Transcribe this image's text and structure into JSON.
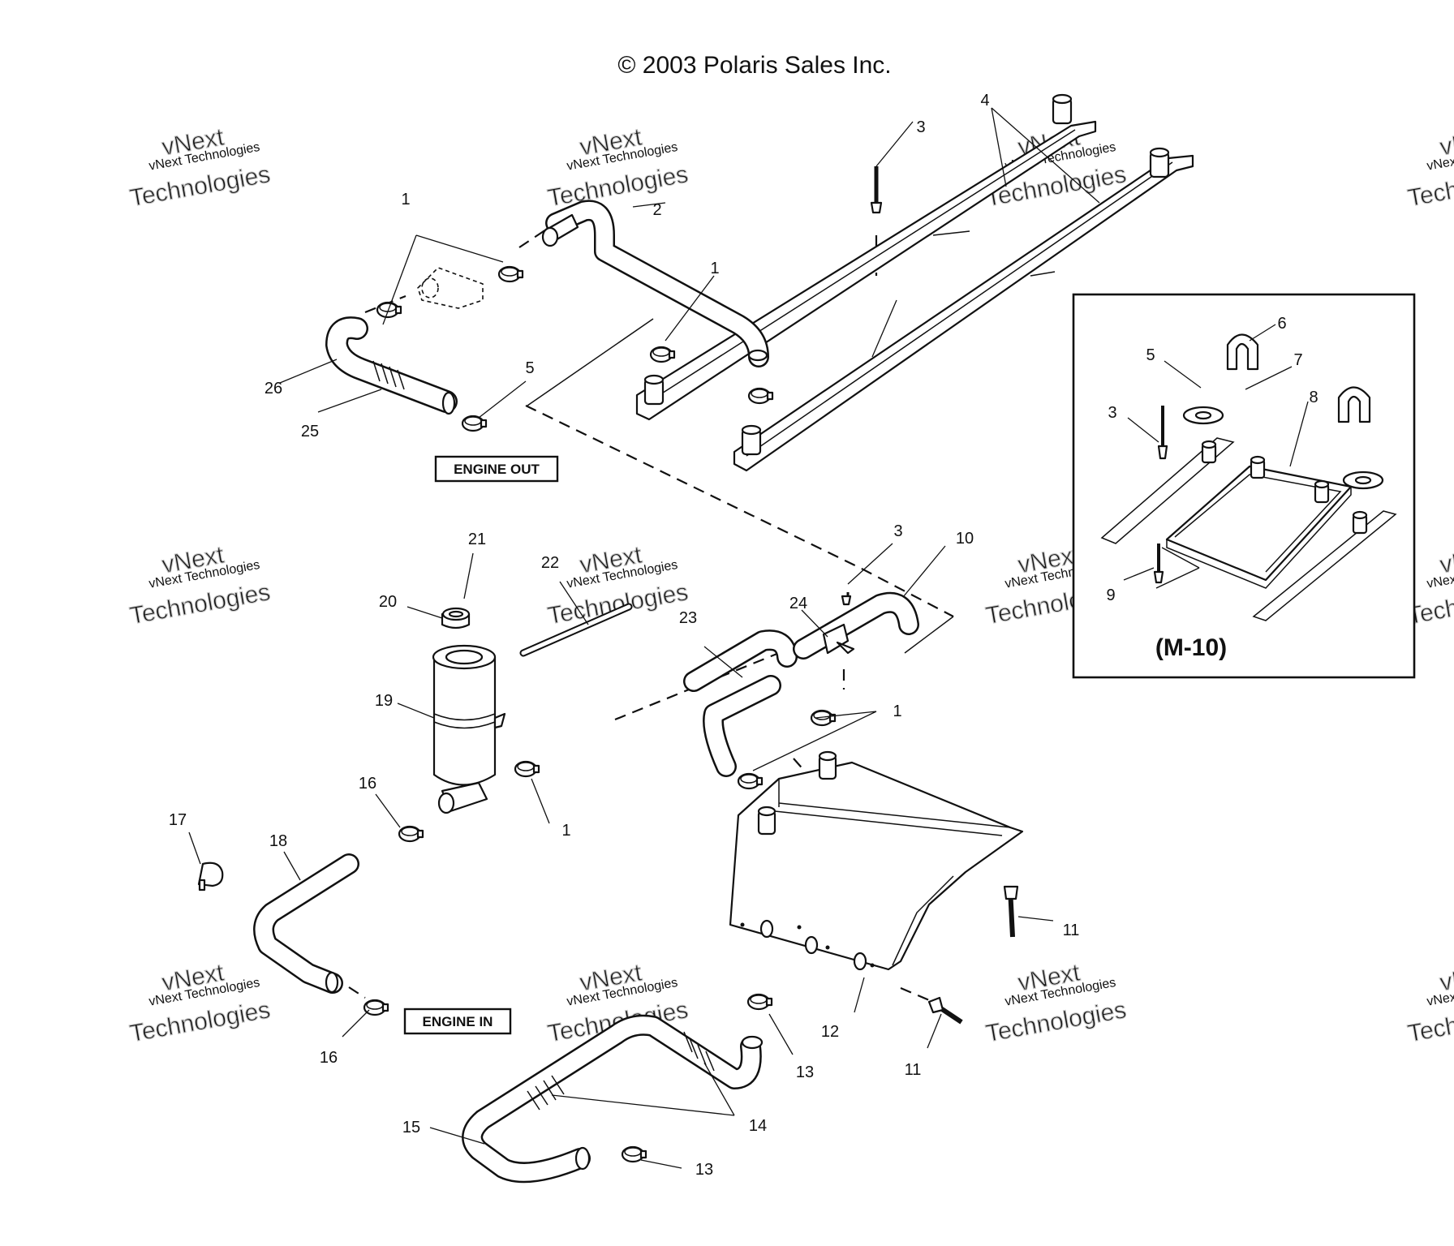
{
  "copyright": "© 2003 Polaris Sales Inc.",
  "watermark": {
    "line1": "vNext Technologies",
    "line2": "vNext",
    "line3": "Technologies"
  },
  "boxes": {
    "engine_out": "ENGINE OUT",
    "engine_in": "ENGINE IN"
  },
  "inset": {
    "label": "(M-10)"
  },
  "callouts": [
    {
      "id": "c1a",
      "text": "1"
    },
    {
      "id": "c1b",
      "text": "1"
    },
    {
      "id": "c1c",
      "text": "1"
    },
    {
      "id": "c1d",
      "text": "1"
    },
    {
      "id": "c2",
      "text": "2"
    },
    {
      "id": "c3a",
      "text": "3"
    },
    {
      "id": "c3b",
      "text": "3"
    },
    {
      "id": "c4",
      "text": "4"
    },
    {
      "id": "c5",
      "text": "5"
    },
    {
      "id": "c10",
      "text": "10"
    },
    {
      "id": "c11a",
      "text": "11"
    },
    {
      "id": "c11b",
      "text": "11"
    },
    {
      "id": "c12",
      "text": "12"
    },
    {
      "id": "c13a",
      "text": "13"
    },
    {
      "id": "c13b",
      "text": "13"
    },
    {
      "id": "c14",
      "text": "14"
    },
    {
      "id": "c15",
      "text": "15"
    },
    {
      "id": "c16a",
      "text": "16"
    },
    {
      "id": "c16b",
      "text": "16"
    },
    {
      "id": "c17",
      "text": "17"
    },
    {
      "id": "c18",
      "text": "18"
    },
    {
      "id": "c19",
      "text": "19"
    },
    {
      "id": "c20",
      "text": "20"
    },
    {
      "id": "c21",
      "text": "21"
    },
    {
      "id": "c22",
      "text": "22"
    },
    {
      "id": "c23",
      "text": "23"
    },
    {
      "id": "c24",
      "text": "24"
    },
    {
      "id": "c25",
      "text": "25"
    },
    {
      "id": "c26",
      "text": "26"
    },
    {
      "id": "i3",
      "text": "3"
    },
    {
      "id": "i5",
      "text": "5"
    },
    {
      "id": "i6",
      "text": "6"
    },
    {
      "id": "i7",
      "text": "7"
    },
    {
      "id": "i8",
      "text": "8"
    },
    {
      "id": "i9",
      "text": "9"
    }
  ]
}
